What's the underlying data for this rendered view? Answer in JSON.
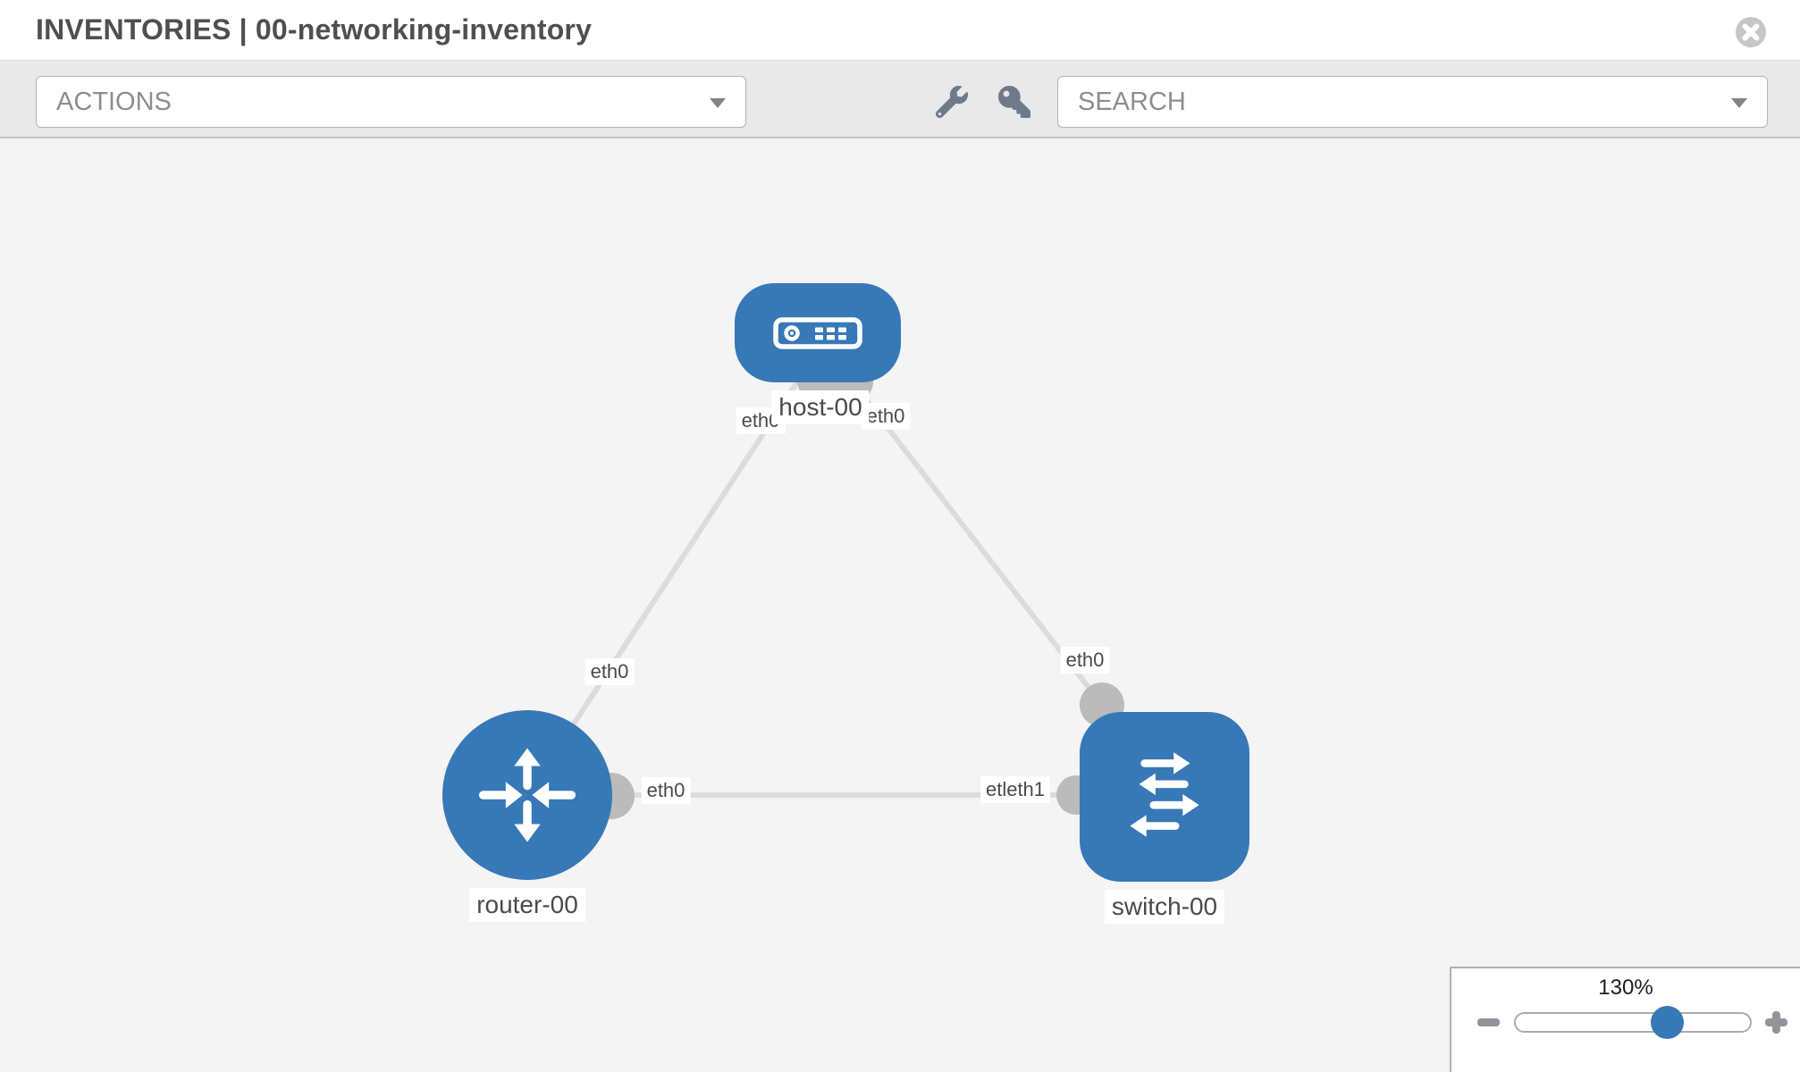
{
  "header": {
    "title": "INVENTORIES | 00-networking-inventory"
  },
  "toolbar": {
    "actions_label": "ACTIONS",
    "search_placeholder": "SEARCH"
  },
  "graph": {
    "nodes": {
      "host": {
        "label": "host-00",
        "type": "host"
      },
      "router": {
        "label": "router-00",
        "type": "router"
      },
      "switch": {
        "label": "switch-00",
        "type": "switch"
      }
    },
    "port_labels": {
      "host_left": "eth0",
      "host_right": "eth0",
      "router_host_link": "eth0",
      "router_right": "eth0",
      "switch_top": "eth0",
      "switch_left": "etleth1"
    }
  },
  "zoom_panel": {
    "value": "130%"
  },
  "colors": {
    "node_blue": "#3778b7",
    "link_gray": "#dcdcdc",
    "port_gray": "#bbbbbb",
    "canvas_bg": "#f4f4f4"
  }
}
